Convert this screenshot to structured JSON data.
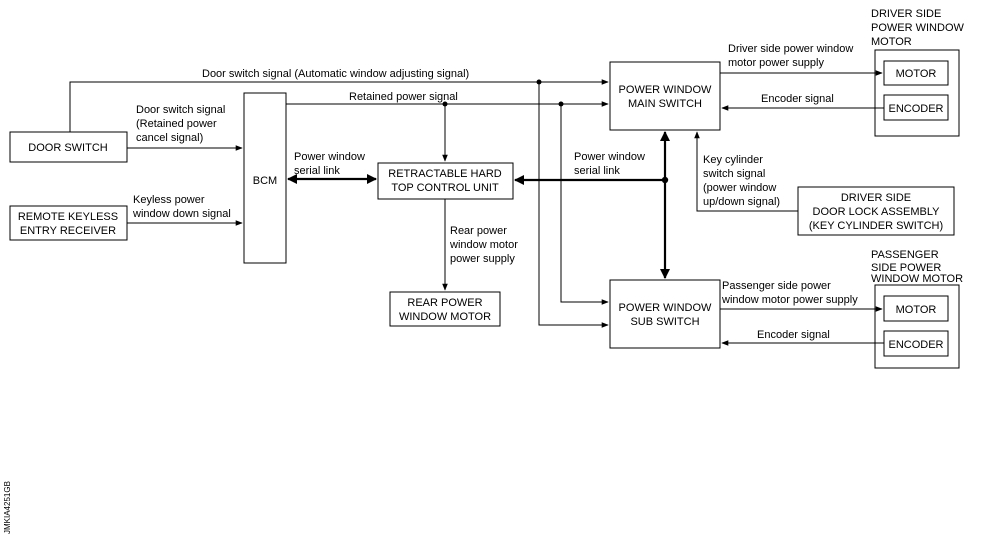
{
  "blocks": {
    "door_switch": [
      "DOOR SWITCH"
    ],
    "remote_keyless": [
      "REMOTE KEYLESS",
      "ENTRY RECEIVER"
    ],
    "bcm": [
      "BCM"
    ],
    "rht_cu": [
      "RETRACTABLE HARD",
      "TOP CONTROL UNIT"
    ],
    "rear_motor": [
      "REAR POWER",
      "WINDOW MOTOR"
    ],
    "main_switch": [
      "POWER WINDOW",
      "MAIN SWITCH"
    ],
    "sub_switch": [
      "POWER WINDOW",
      "SUB SWITCH"
    ],
    "door_lock": [
      "DRIVER SIDE",
      "DOOR LOCK ASSEMBLY",
      "(KEY CYLINDER SWITCH)"
    ],
    "driver_group_title": [
      "DRIVER SIDE",
      "POWER WINDOW",
      "MOTOR"
    ],
    "driver_motor": [
      "MOTOR"
    ],
    "driver_encoder": [
      "ENCODER"
    ],
    "pass_group_title": [
      "PASSENGER",
      "SIDE POWER",
      "WINDOW MOTOR"
    ],
    "pass_motor": [
      "MOTOR"
    ],
    "pass_encoder": [
      "ENCODER"
    ]
  },
  "signals": {
    "door_auto": [
      "Door switch signal (Automatic window adjusting signal)"
    ],
    "door_cancel": [
      "Door switch signal",
      "(Retained power",
      "cancel signal)"
    ],
    "keyless": [
      "Keyless power",
      "window down signal"
    ],
    "retained": [
      "Retained power signal"
    ],
    "serial_left": [
      "Power window",
      "serial link"
    ],
    "serial_right": [
      "Power window",
      "serial link"
    ],
    "rear_supply": [
      "Rear power",
      "window motor",
      "power supply"
    ],
    "driver_supply": [
      "Driver side power window",
      "motor power supply"
    ],
    "driver_encoder_sig": [
      "Encoder signal"
    ],
    "key_cyl": [
      "Key cylinder",
      "switch signal",
      "(power window",
      "up/down signal)"
    ],
    "pass_supply": [
      "Passenger side power",
      "window motor power supply"
    ],
    "pass_encoder_sig": [
      "Encoder signal"
    ]
  },
  "figure_code": "JMKIA4251GB"
}
